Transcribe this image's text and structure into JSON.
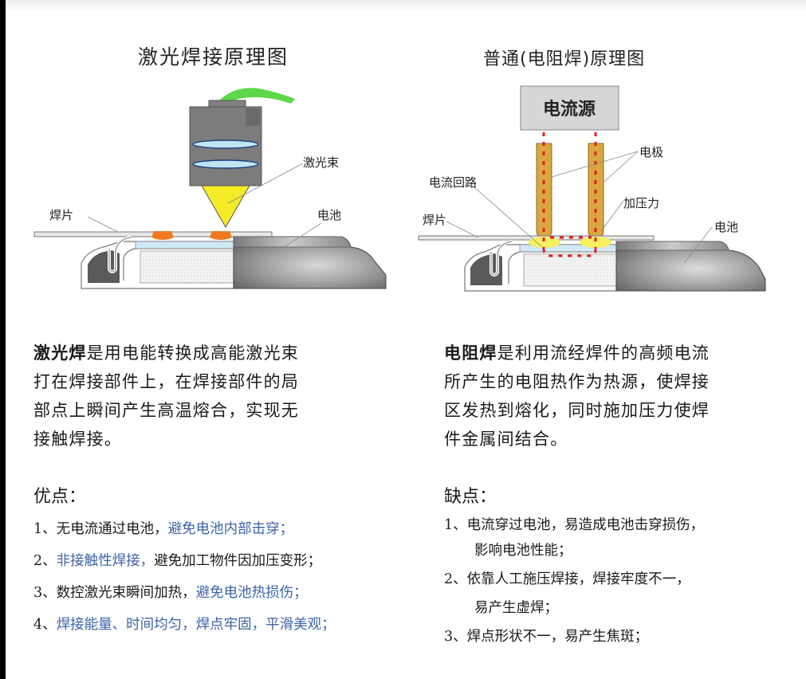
{
  "left_panel": {
    "title": "激光焊接原理图",
    "diagram_labels": {
      "beam": "激光束",
      "tab": "焊片",
      "battery": "电池"
    },
    "description": {
      "bold_term": "激光焊",
      "lines": [
        "是用电能转换成高能激光束",
        "打在焊接部件上，在焊接部件的局",
        "部点上瞬间产生高温熔合，实现无",
        "接触焊接。"
      ]
    },
    "section_heading": "优点：",
    "items": [
      {
        "num": "1、",
        "parts": [
          {
            "text": "无电流通过电池，",
            "highlight": false
          },
          {
            "text": "避免电池内部击穿；",
            "highlight": true
          }
        ]
      },
      {
        "num": "2、",
        "parts": [
          {
            "text": "非接触性焊接，",
            "highlight": true
          },
          {
            "text": "避免加工物件因加压变形；",
            "highlight": false
          }
        ]
      },
      {
        "num": "3、",
        "parts": [
          {
            "text": "数控激光束瞬间加热，",
            "highlight": false
          },
          {
            "text": "避免电池热损伤；",
            "highlight": true
          }
        ]
      },
      {
        "num": "4、",
        "parts": [
          {
            "text": "焊接能量、时间均匀，焊点牢固，平滑美观；",
            "highlight": true
          }
        ]
      }
    ]
  },
  "right_panel": {
    "title": "普通(电阻焊)原理图",
    "diagram_labels": {
      "power_source": "电流源",
      "electrode": "电极",
      "current_loop": "电流回路",
      "pressure": "加压力",
      "tab": "焊片",
      "battery": "电池"
    },
    "description": {
      "bold_term": "电阻焊",
      "lines": [
        "是利用流经焊件的高频电流",
        "所产生的电阻热作为热源，使焊接",
        "区发热到熔化，同时施加压力使焊",
        "件金属间结合。"
      ]
    },
    "section_heading": "缺点：",
    "items": [
      {
        "num": "1、",
        "line1": "电流穿过电池，易造成电池击穿损伤，",
        "line2": "影响电池性能；"
      },
      {
        "num": "2、",
        "line1": "依靠人工施压焊接，焊接牢度不一，",
        "line2": "易产生虚焊；"
      },
      {
        "num": "3、",
        "line1": "焊点形状不一，易产生焦斑；",
        "line2": ""
      }
    ]
  },
  "colors": {
    "highlight_blue": "#3d63a8",
    "laser_head_gray": "#7a7a7a",
    "laser_beam_yellow": "#f5ea28",
    "cable_green": "#5cd84a",
    "weld_spot_orange": "#f07a22",
    "electrode_gold": "#d9a640",
    "current_loop_red": "#e02020",
    "contact_yellow": "#f7f060",
    "power_box_gray": "#d6d6d6"
  }
}
